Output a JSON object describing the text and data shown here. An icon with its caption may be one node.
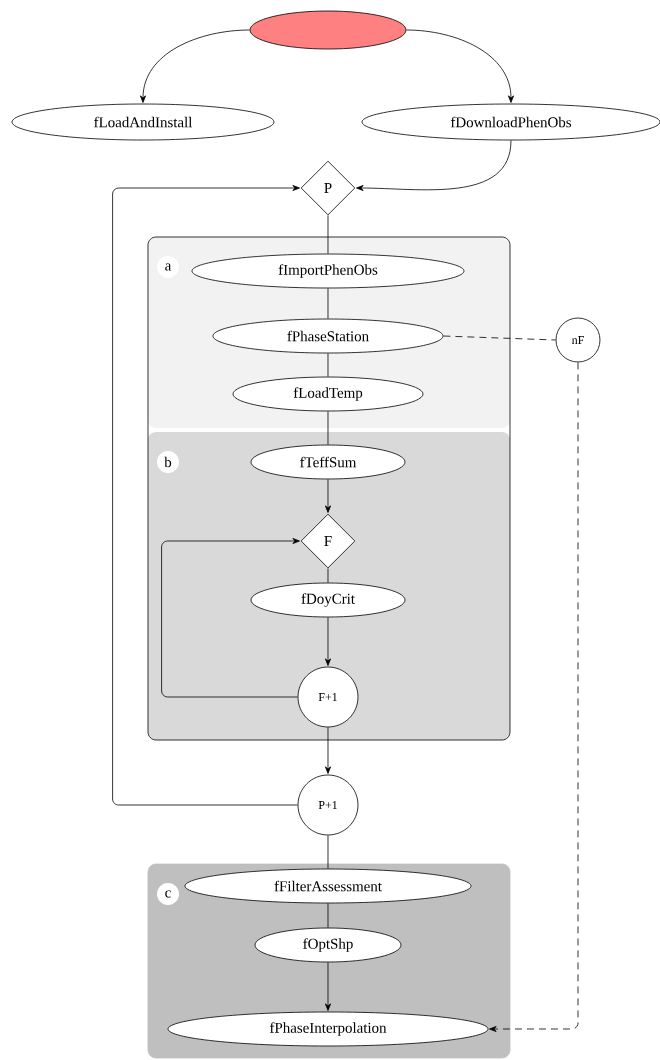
{
  "diagram": {
    "nodes": [
      {
        "text": [],
        "shape": "ellipse"
      },
      {
        "text": [
          "fLoadAndInstall"
        ]
      },
      {
        "text": [
          "fDownloadPhenObs"
        ]
      },
      {
        "text": [
          "P"
        ]
      },
      {
        "text": [
          "a"
        ]
      },
      {
        "text": [
          "fImportPhenObs"
        ],
        "in": 4
      },
      {
        "text": [
          "fPhaseStation"
        ],
        "in": 4
      },
      {
        "text": [
          "fLoadTemp"
        ],
        "in": 4
      },
      {
        "text": [
          "b"
        ]
      },
      {
        "text": [
          "fTeffSum"
        ],
        "in": 8
      },
      {
        "text": [
          "F"
        ],
        "in": 8
      },
      {
        "text": [
          "fDoyCrit"
        ],
        "in": 8
      },
      {
        "text": [
          "F+1"
        ],
        "in": 8
      },
      {
        "text": [
          "P+1"
        ]
      },
      {
        "text": [
          "c"
        ]
      },
      {
        "text": [
          "fFilterAssessment"
        ],
        "in": 14
      },
      {
        "text": [
          "fOptShp"
        ],
        "in": 14
      },
      {
        "text": [
          "fPhaseInterpolation"
        ],
        "in": 14
      },
      {
        "text": [
          "nF"
        ]
      }
    ],
    "edges": [
      {
        "from": 0,
        "to": 1,
        "arrow": "to"
      },
      {
        "from": 0,
        "to": 2,
        "arrow": "to"
      },
      {
        "from": 2,
        "to": 3,
        "arrow": "to"
      },
      {
        "from": 3,
        "to": 5,
        "arrow": "none"
      },
      {
        "from": 5,
        "to": 6,
        "arrow": "none"
      },
      {
        "from": 6,
        "to": 7,
        "arrow": "none"
      },
      {
        "from": 7,
        "to": 9,
        "arrow": "none"
      },
      {
        "from": 9,
        "to": 10,
        "arrow": "to"
      },
      {
        "from": 10,
        "to": 11,
        "arrow": "none"
      },
      {
        "from": 11,
        "to": 12,
        "arrow": "to"
      },
      {
        "from": 12,
        "to": 10,
        "arrow": "to"
      },
      {
        "from": 12,
        "to": 13,
        "arrow": "to"
      },
      {
        "from": 13,
        "to": 3,
        "arrow": "to"
      },
      {
        "from": 13,
        "to": 15,
        "arrow": "none"
      },
      {
        "from": 15,
        "to": 16,
        "arrow": "none"
      },
      {
        "from": 16,
        "to": 17,
        "arrow": "to"
      },
      {
        "from": 6,
        "to": 18,
        "arrow": "none",
        "style": "dashed"
      },
      {
        "from": 18,
        "to": 17,
        "arrow": "to",
        "style": "dashed"
      }
    ]
  }
}
